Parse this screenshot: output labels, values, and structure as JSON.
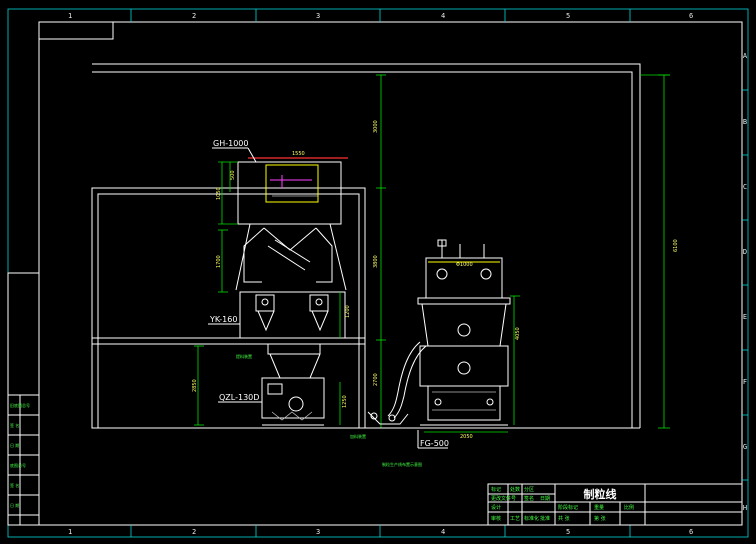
{
  "zones": {
    "columns": [
      "1",
      "2",
      "3",
      "4",
      "5",
      "6"
    ],
    "rows": [
      "A",
      "B",
      "C",
      "D",
      "E",
      "F",
      "G",
      "H"
    ]
  },
  "equipment": {
    "mixer": "GH-1000",
    "lifter": "YK-160",
    "granulator": "QZL-130D",
    "dryer": "FG-500"
  },
  "dimensions": {
    "mixer_width": "1550",
    "mixer_side_a": "500",
    "mixer_side_b": "1050",
    "column_upper": "1700",
    "lifter_height": "1200",
    "granulator_total": "2850",
    "granulator_low": "1250",
    "height_top": "3000",
    "height_mid": "3800",
    "height_low": "2700",
    "dryer_top": "Φ1000",
    "dryer_height": "4050",
    "dryer_base": "2050",
    "overall_height": "6100"
  },
  "small_labels": {
    "hopper": "提料装置",
    "feeder": "加料装置",
    "caption": "制粒生产线布置示意图"
  },
  "side_table": [
    "旧底图总号",
    "签 名",
    "日 期",
    "底图总号",
    "签 名",
    "日 期"
  ],
  "title_block": {
    "title": "制粒线",
    "cells": [
      "标记",
      "处数",
      "分区",
      "更改文件号",
      "签名",
      "日期",
      "阶段标记",
      "重量",
      "比例",
      "设计",
      "审核",
      "工艺",
      "标准化",
      "批准",
      "共 张",
      "第 张"
    ]
  },
  "colors": {
    "frame": "#ffffff",
    "grid": "#00d8d8",
    "annotation": "#00e000",
    "accent": "#ff3030",
    "highlight": "#ffff00",
    "marker": "#ff40ff"
  }
}
